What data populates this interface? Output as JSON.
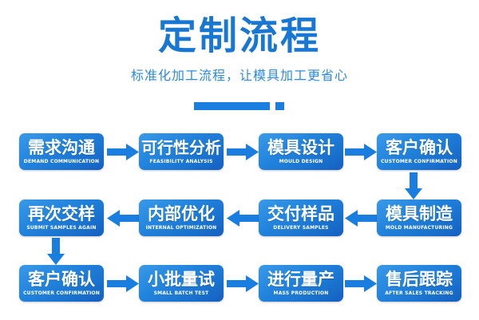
{
  "header": {
    "title": "定制流程",
    "subtitle": "标准化加工流程，让模具加工更省心",
    "accent_color": "#1877d2",
    "subtitle_color": "#2a8ae0",
    "decor": {
      "bar_name": "decorative-bar",
      "square_name": "decorative-square",
      "color": "#1a7ee0"
    }
  },
  "flow": {
    "box_gradient_from": "#3a9ae8",
    "box_gradient_to": "#155fc0",
    "arrow_color": "#1a7ee0",
    "rows": [
      {
        "direction": "right",
        "steps": [
          {
            "cn": "需求沟通",
            "en": "DEMAND COMMUNICATION"
          },
          {
            "cn": "可行性分析",
            "en": "FEASIBILITY ANALYSIS"
          },
          {
            "cn": "模具设计",
            "en": "MOULD DESIGN"
          },
          {
            "cn": "客户确认",
            "en": "CUSTOMER CONFIRMATION"
          }
        ]
      },
      {
        "direction": "left",
        "steps": [
          {
            "cn": "再次交样",
            "en": "SUBMIT SAMPLES AGAIN"
          },
          {
            "cn": "内部优化",
            "en": "INTERNAL OPTIMIZATION"
          },
          {
            "cn": "交付样品",
            "en": "DELIVERY SAMPLES"
          },
          {
            "cn": "模具制造",
            "en": "MOLD MANUFACTURING"
          }
        ]
      },
      {
        "direction": "right",
        "steps": [
          {
            "cn": "客户确认",
            "en": "CUSTOMER CONFIRMATION"
          },
          {
            "cn": "小批量试",
            "en": "SMALL BATCH TEST"
          },
          {
            "cn": "进行量产",
            "en": "MASS PRODUCTION"
          },
          {
            "cn": "售后跟踪",
            "en": "AFTER SALES TRACKING"
          }
        ]
      }
    ],
    "connectors": [
      {
        "name": "down-arrow-row1-to-row2",
        "position": "right"
      },
      {
        "name": "down-arrow-row2-to-row3",
        "position": "left"
      }
    ]
  }
}
